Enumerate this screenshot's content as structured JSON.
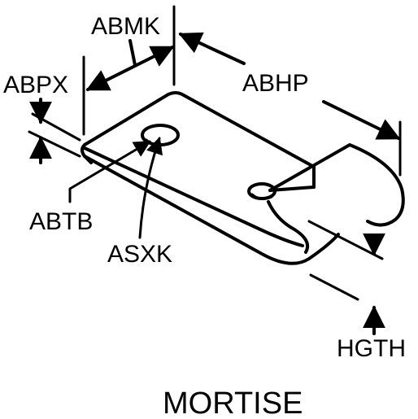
{
  "labels": {
    "abmk": "ABMK",
    "abpx": "ABPX",
    "abhp": "ABHP",
    "abtb": "ABTB",
    "asxk": "ASXK",
    "hgth": "HGTH"
  },
  "title": "MORTISE",
  "colors": {
    "ink": "#000000",
    "background": "#ffffff"
  }
}
